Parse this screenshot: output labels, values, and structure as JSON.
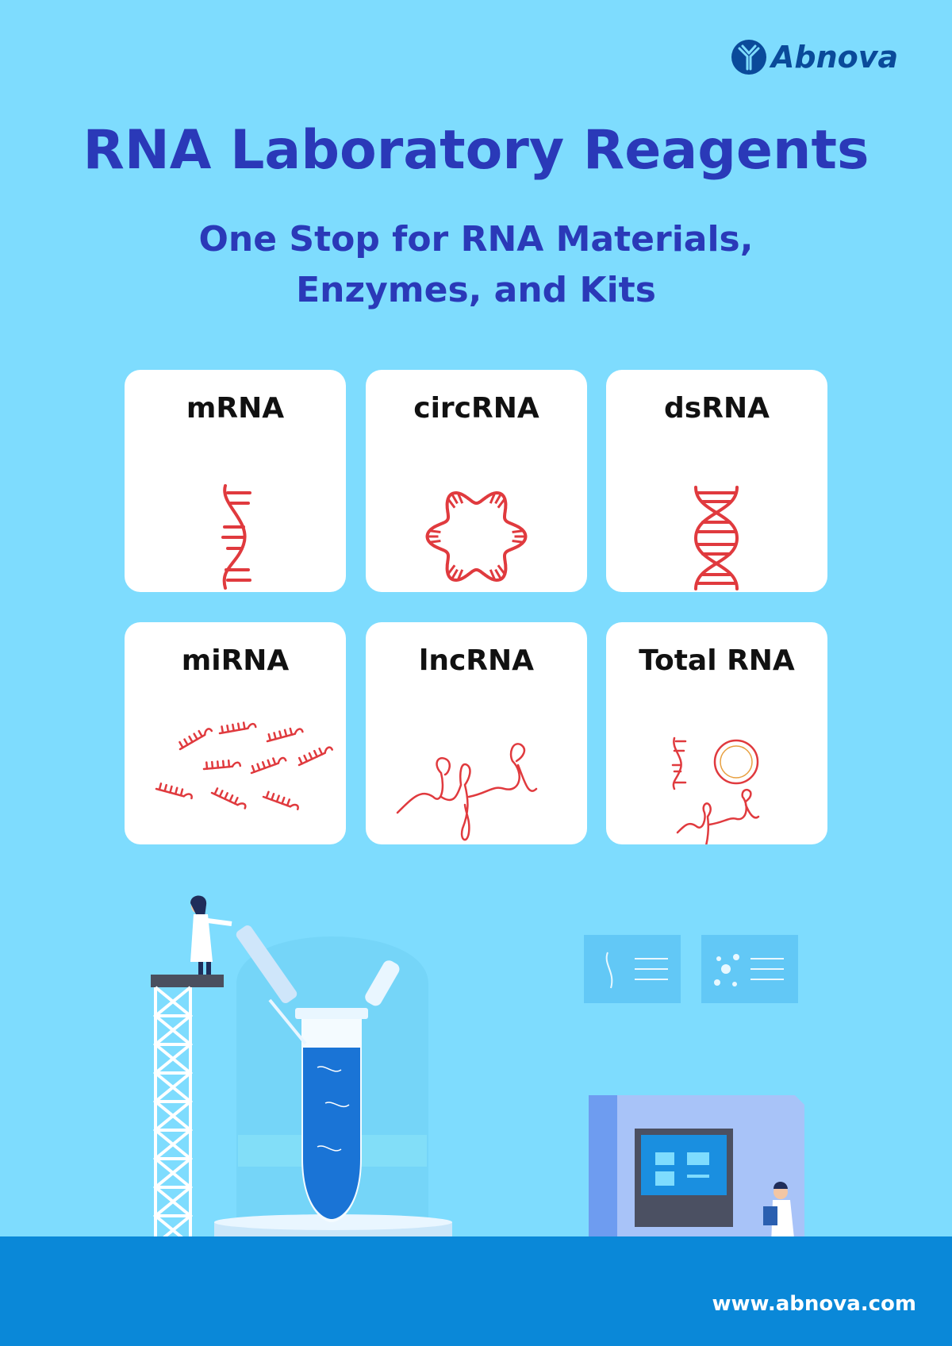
{
  "brand": {
    "name": "Abnova"
  },
  "header": {
    "title": "RNA Laboratory Reagents",
    "subtitle_line1": "One Stop for RNA Materials,",
    "subtitle_line2": "Enzymes, and Kits"
  },
  "cards": [
    {
      "label": "mRNA",
      "icon": "single-strand-rna-icon"
    },
    {
      "label": "circRNA",
      "icon": "circular-rna-icon"
    },
    {
      "label": "dsRNA",
      "icon": "double-helix-icon"
    },
    {
      "label": "miRNA",
      "icon": "micro-rna-fragments-icon"
    },
    {
      "label": "lncRNA",
      "icon": "long-noncoding-rna-icon"
    },
    {
      "label": "Total RNA",
      "icon": "total-rna-mix-icon"
    }
  ],
  "footer": {
    "url": "www.abnova.com"
  },
  "colors": {
    "background": "#7edcfe",
    "title": "#2a39b8",
    "icon_red": "#e03a3e",
    "band": "#0a88d8",
    "logo": "#0a4a9a"
  }
}
